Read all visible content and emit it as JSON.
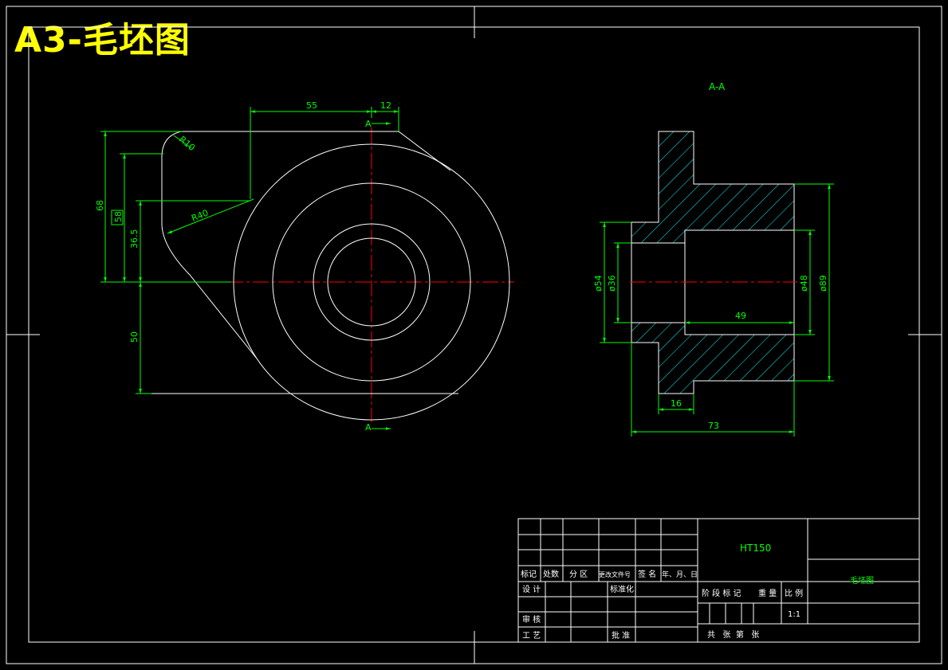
{
  "title": "A3-毛坯图",
  "colors": {
    "background": "#000000",
    "outline": "#ffffff",
    "dimension": "#00ff00",
    "centerline": "#ff0000",
    "hatch": "#00ffff",
    "title": "#ffff00"
  },
  "front_view": {
    "dims": {
      "top_55": "55",
      "top_12": "12",
      "left_68": "68",
      "left_58": "58",
      "left_36_5": "36.5",
      "left_50": "50",
      "radius_40": "R40",
      "radius_10": "R10"
    },
    "section_marker": "A"
  },
  "section_view": {
    "label": "A-A",
    "dims": {
      "d54": "ø54",
      "d36": "ø36",
      "d48": "ø48",
      "d89": "ø89",
      "len49": "49",
      "len16": "16",
      "len73": "73"
    }
  },
  "title_block": {
    "material": "HT150",
    "part_name": "毛坯图",
    "header_row": [
      "标记",
      "处数",
      "分 区",
      "更改文件号",
      "签 名",
      "年、月、日"
    ],
    "design": "设 计",
    "standardization": "标准化",
    "review": "审 核",
    "process": "工 艺",
    "approve": "批 准",
    "stage_mark": "阶 段 标 记",
    "weight": "重 量",
    "scale_label": "比 例",
    "scale_value": "1:1",
    "sheets": "共   张  第   张"
  }
}
